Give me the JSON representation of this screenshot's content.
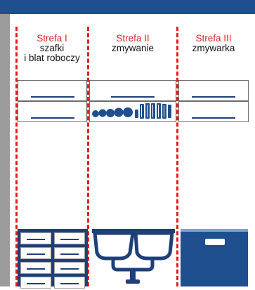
{
  "zones": [
    {
      "name": "Strefa I",
      "desc_line1": "szafki",
      "desc_line2": "i blat roboczy"
    },
    {
      "name": "Strefa II",
      "desc_line1": "zmywanie"
    },
    {
      "name": "Strefa III",
      "desc_line1": "zmywarka"
    }
  ],
  "colors": {
    "header_blue": "#1f4f8f",
    "zone_red": "#e02020",
    "appliance_blue": "#1f3f7a",
    "frame_gray": "#9b9b9b"
  },
  "icons": [
    "dishes-rack-icon",
    "cabinet-drawers-icon",
    "double-sink-icon",
    "dishwasher-icon"
  ]
}
